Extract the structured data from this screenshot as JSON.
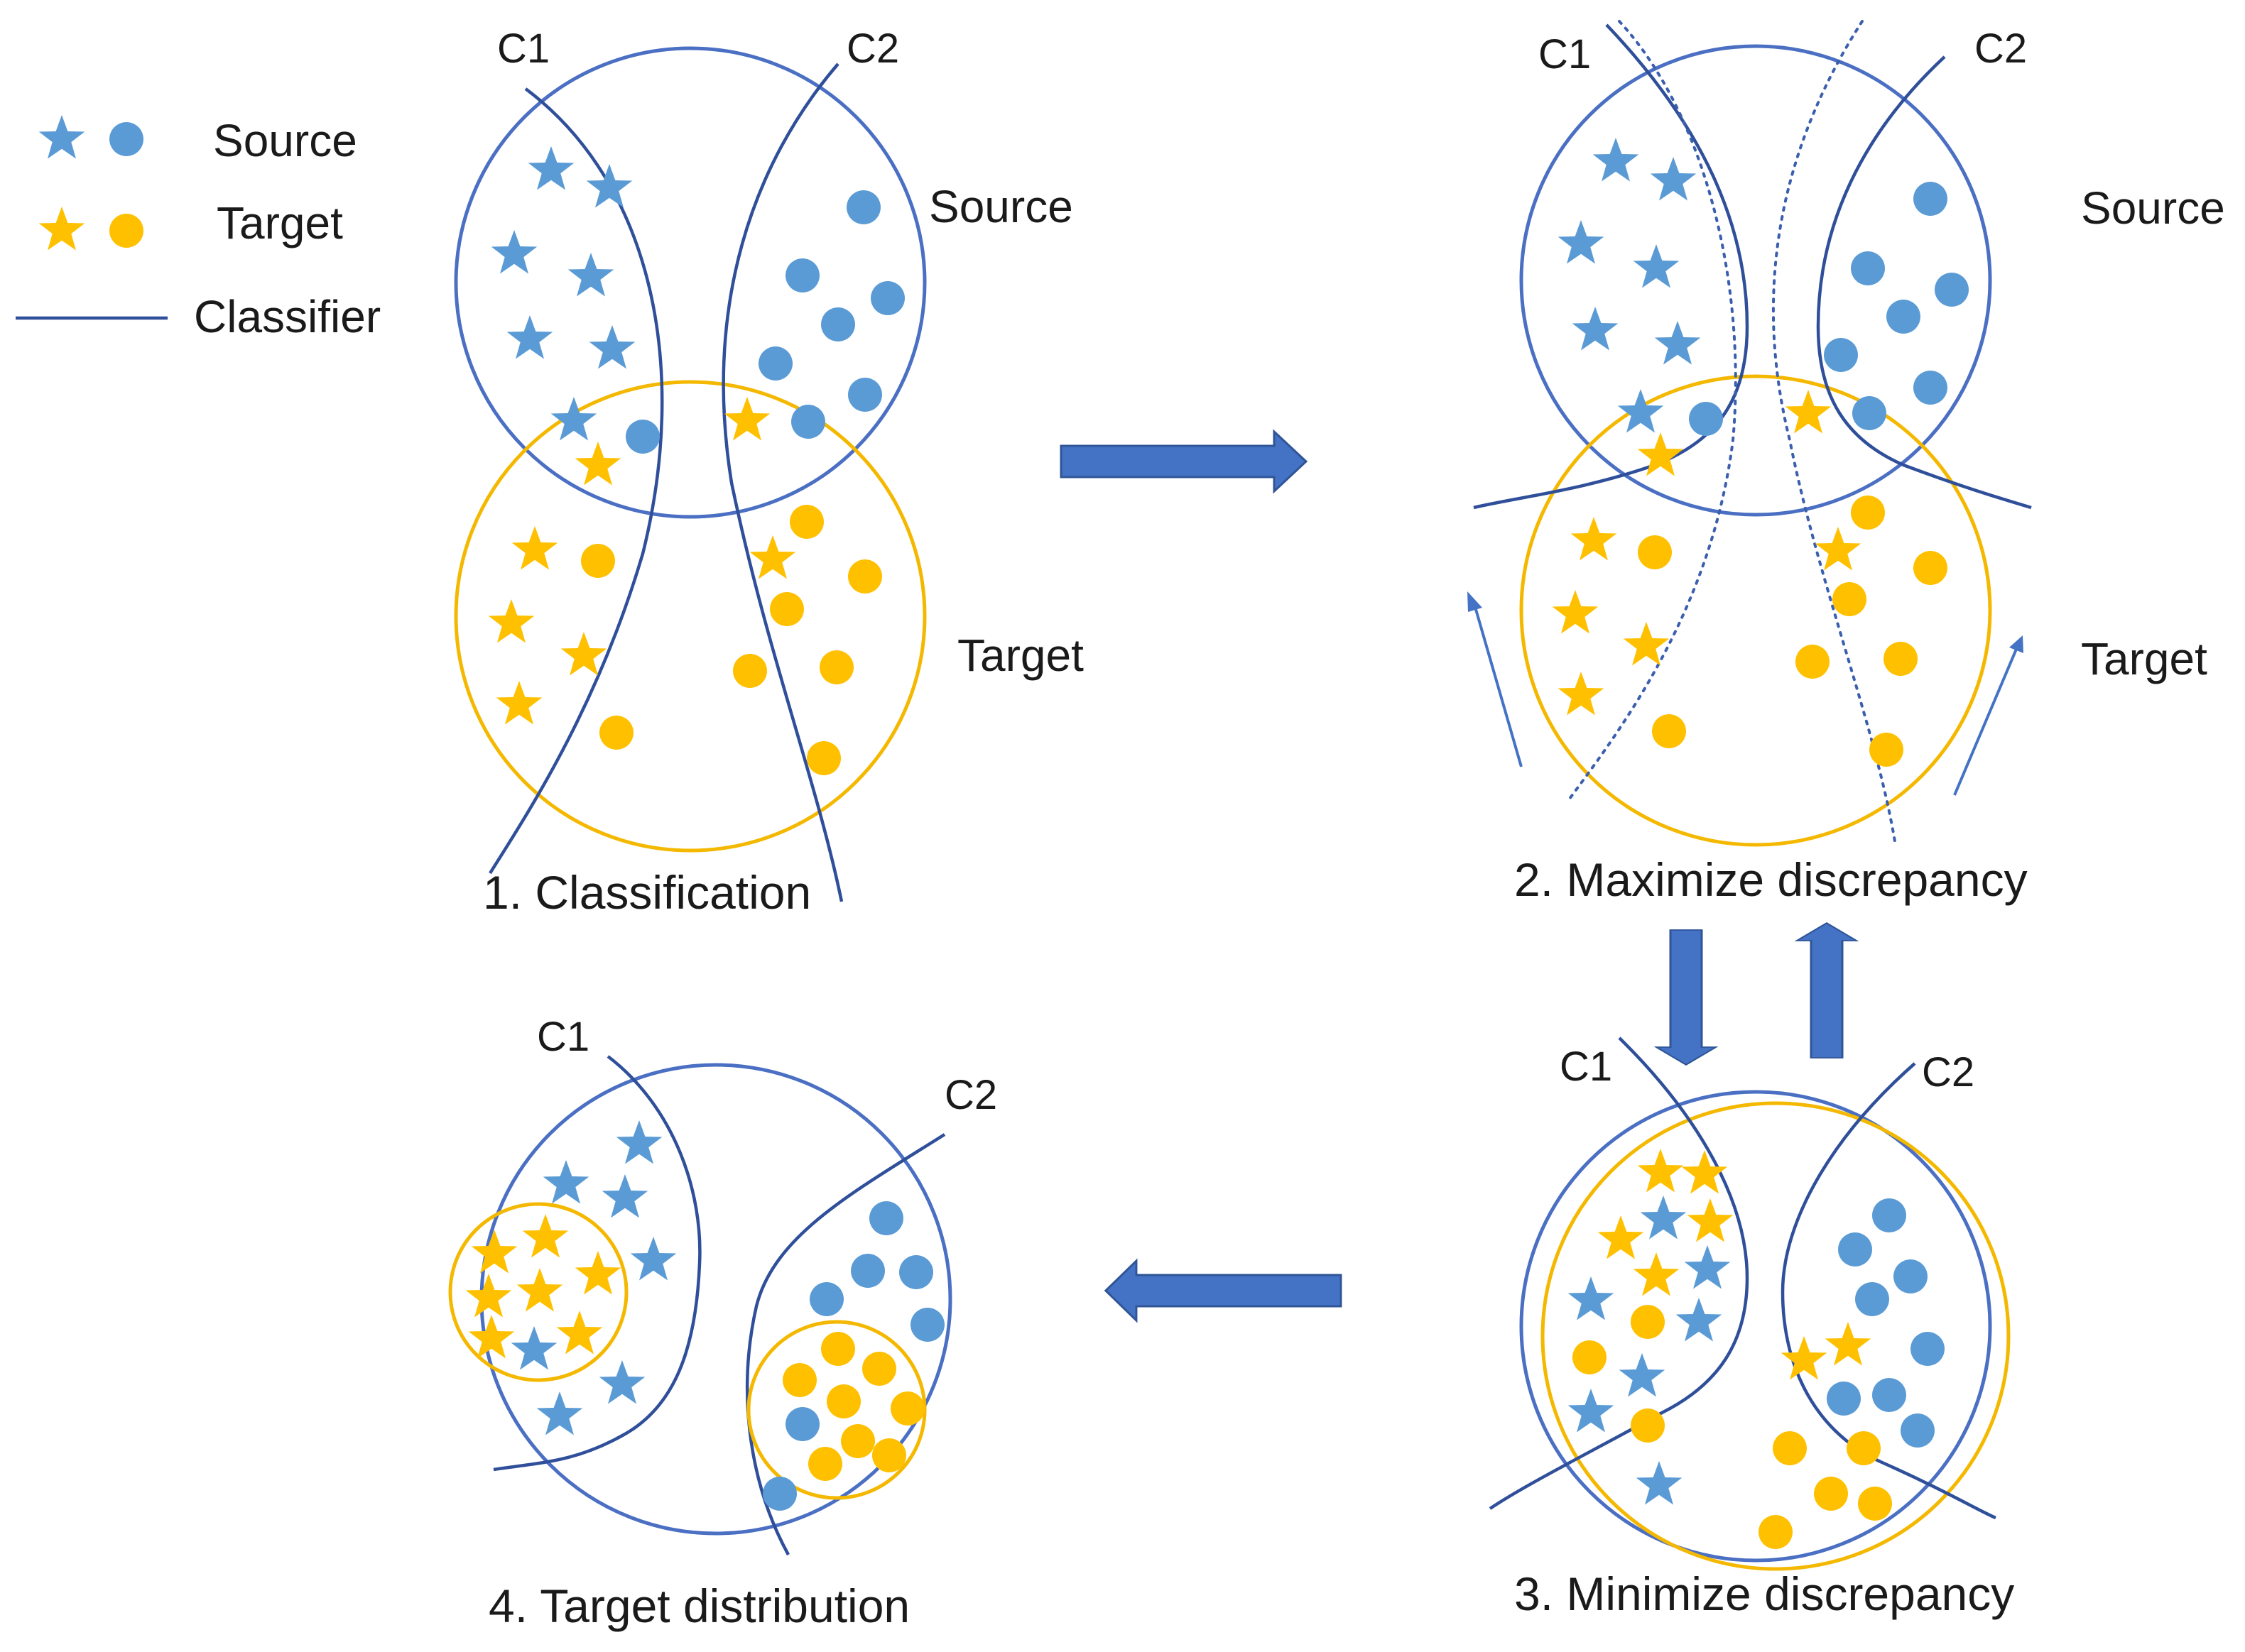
{
  "colors": {
    "source": "#5b9bd5",
    "target": "#ffc000",
    "classifier": "#2f4f9a",
    "arrow": "#4472c4"
  },
  "icons": [
    "star-icon",
    "circle-icon",
    "block-arrow-icon"
  ],
  "legend": {
    "source": "Source",
    "target": "Target",
    "classifier": "Classifier"
  },
  "panels": {
    "p1": {
      "c1": "C1",
      "c2": "C2",
      "source": "Source",
      "target": "Target",
      "caption": "1. Classification"
    },
    "p2": {
      "c1": "C1",
      "c2": "C2",
      "source": "Source",
      "target": "Target",
      "caption": "2. Maximize discrepancy"
    },
    "p3": {
      "c1": "C1",
      "c2": "C2",
      "caption": "3. Minimize discrepancy"
    },
    "p4": {
      "c1": "C1",
      "c2": "C2",
      "caption": "4. Target distribution"
    }
  }
}
